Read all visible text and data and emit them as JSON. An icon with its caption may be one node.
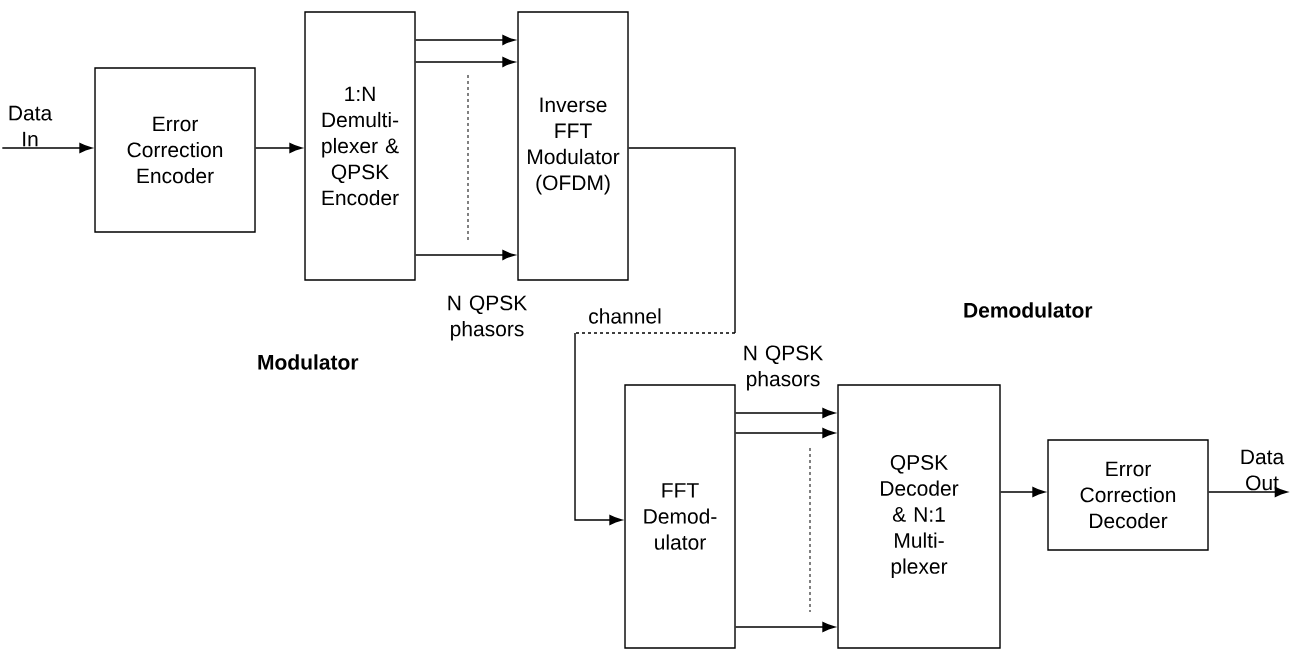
{
  "diagram": {
    "nodes": [
      {
        "text": [
          "Data In"
        ]
      },
      {
        "text": [
          "Error Correction Encoder"
        ]
      },
      {
        "text": [
          "1:N Demulti-plexer & QPSK Encoder"
        ]
      },
      {
        "text": [
          "Inverse FFT Modulator (OFDM)"
        ]
      },
      {
        "text": [
          "FFT Demod-ulator"
        ]
      },
      {
        "text": [
          "QPSK Decoder & N:1 Multi-plexer"
        ]
      },
      {
        "text": [
          "Error Correction Decoder"
        ]
      },
      {
        "text": [
          "Data Out"
        ]
      }
    ],
    "edges": [
      {
        "from": 0,
        "to": 1,
        "arrow": "to"
      },
      {
        "from": 1,
        "to": 2,
        "arrow": "to"
      },
      {
        "from": 2,
        "to": 3,
        "arrow": "to"
      },
      {
        "from": 2,
        "to": 3,
        "arrow": "to"
      },
      {
        "from": 2,
        "to": 3,
        "arrow": "to"
      },
      {
        "from": 3,
        "to": 4,
        "arrow": "to",
        "label": "channel"
      },
      {
        "from": 4,
        "to": 5,
        "arrow": "to"
      },
      {
        "from": 4,
        "to": 5,
        "arrow": "to"
      },
      {
        "from": 4,
        "to": 5,
        "arrow": "to"
      },
      {
        "from": 5,
        "to": 6,
        "arrow": "to"
      },
      {
        "from": 6,
        "to": 7,
        "arrow": "to"
      }
    ],
    "labels": [
      "N QPSK phasors",
      "Modulator",
      "Demodulator",
      "N QPSK phasors"
    ]
  }
}
